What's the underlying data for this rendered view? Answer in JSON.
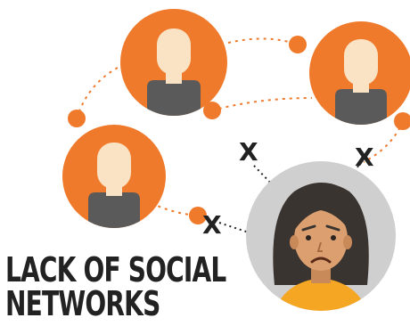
{
  "caption": {
    "line1": "LACK OF SOCIAL",
    "line2": "NETWORKS"
  },
  "marks": {
    "mark1": "X",
    "mark2": "X",
    "mark3": "X"
  },
  "colors": {
    "accent": "#f07a2b",
    "dark": "#222222",
    "person_shirt": "#5a5a5a",
    "person_skin": "#f9e3c4",
    "user_circle": "#cfcfcf",
    "user_shirt": "#f5a623"
  },
  "icons": {
    "person": "person-icon",
    "sad_user": "sad-woman-avatar"
  }
}
